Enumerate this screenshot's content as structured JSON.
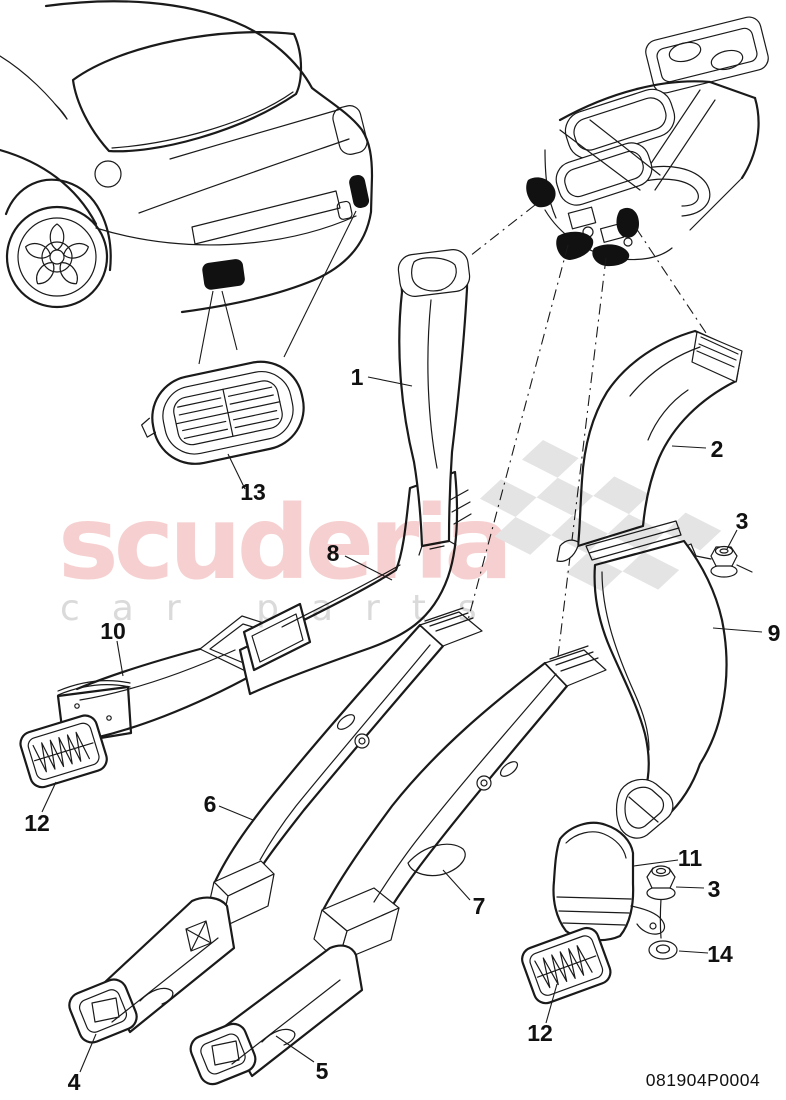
{
  "watermark": {
    "brand": "scuderia",
    "tagline": "car parts",
    "brand_color": "#f6d0d0",
    "tagline_color": "#dadada",
    "flag_color": "#e4e4e4"
  },
  "drawing": {
    "line_color": "#1a1a1a",
    "background": "#ffffff"
  },
  "callouts": {
    "c1": "1",
    "c2": "2",
    "c3a": "3",
    "c3b": "3",
    "c4": "4",
    "c5": "5",
    "c6": "6",
    "c7": "7",
    "c8": "8",
    "c9": "9",
    "c10": "10",
    "c11": "11",
    "c12a": "12",
    "c12b": "12",
    "c13": "13",
    "c14": "14"
  },
  "footer": {
    "part_number": "081904P0004"
  }
}
